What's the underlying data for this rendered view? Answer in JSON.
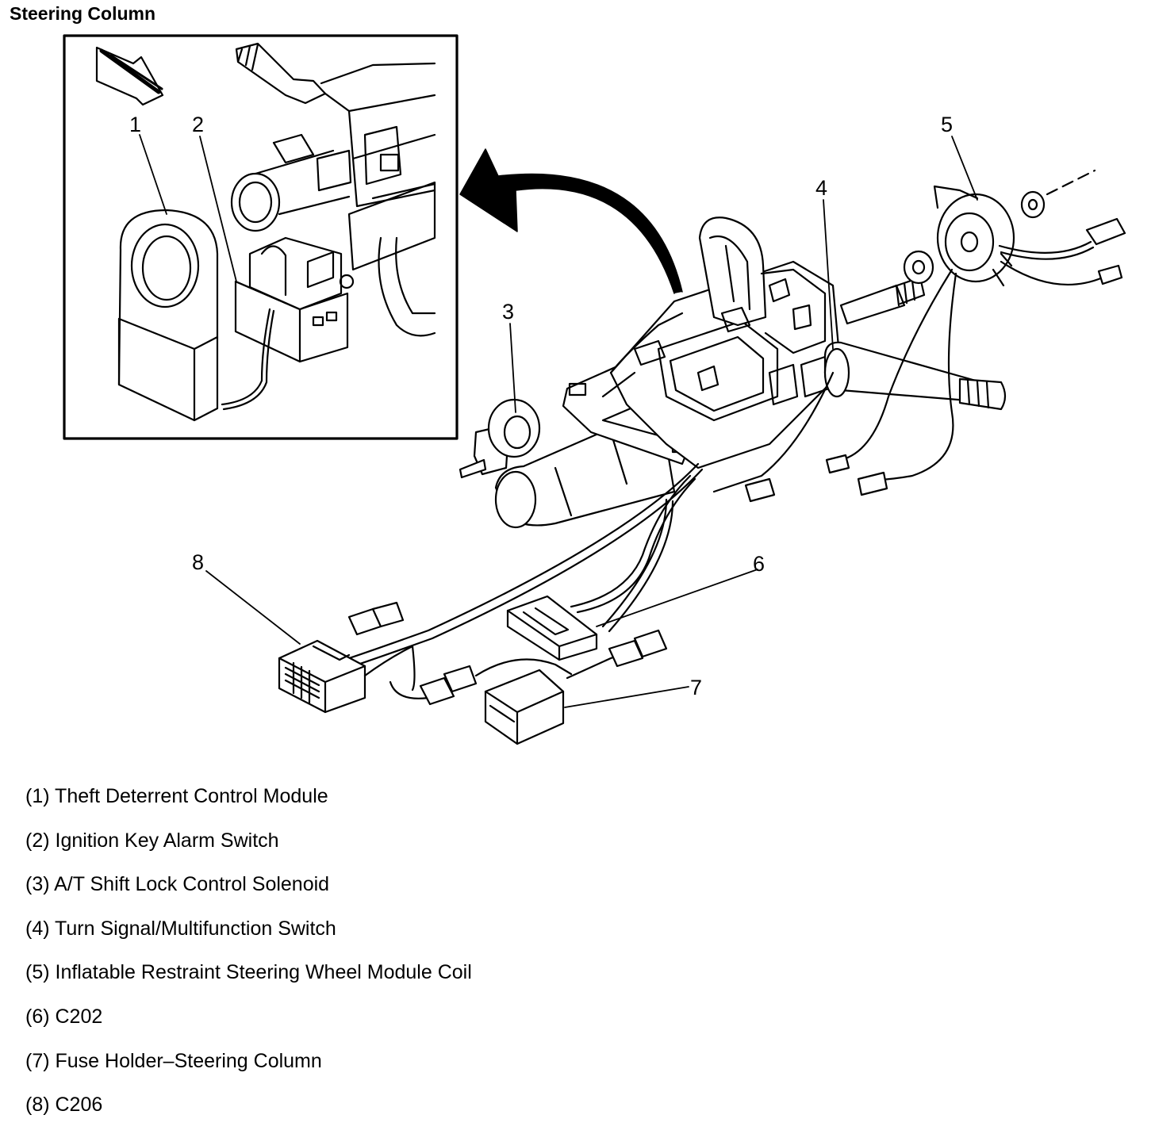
{
  "title": "Steering Column",
  "callouts": {
    "c1": "1",
    "c2": "2",
    "c3": "3",
    "c4": "4",
    "c5": "5",
    "c6": "6",
    "c7": "7",
    "c8": "8"
  },
  "legend": [
    "(1) Theft Deterrent Control Module",
    "(2) Ignition Key Alarm Switch",
    "(3) A/T Shift Lock Control Solenoid",
    "(4) Turn Signal/Multifunction Switch",
    "(5) Inflatable Restraint Steering Wheel Module Coil",
    "(6) C202",
    "(7) Fuse Holder–Steering Column",
    "(8) C206"
  ]
}
